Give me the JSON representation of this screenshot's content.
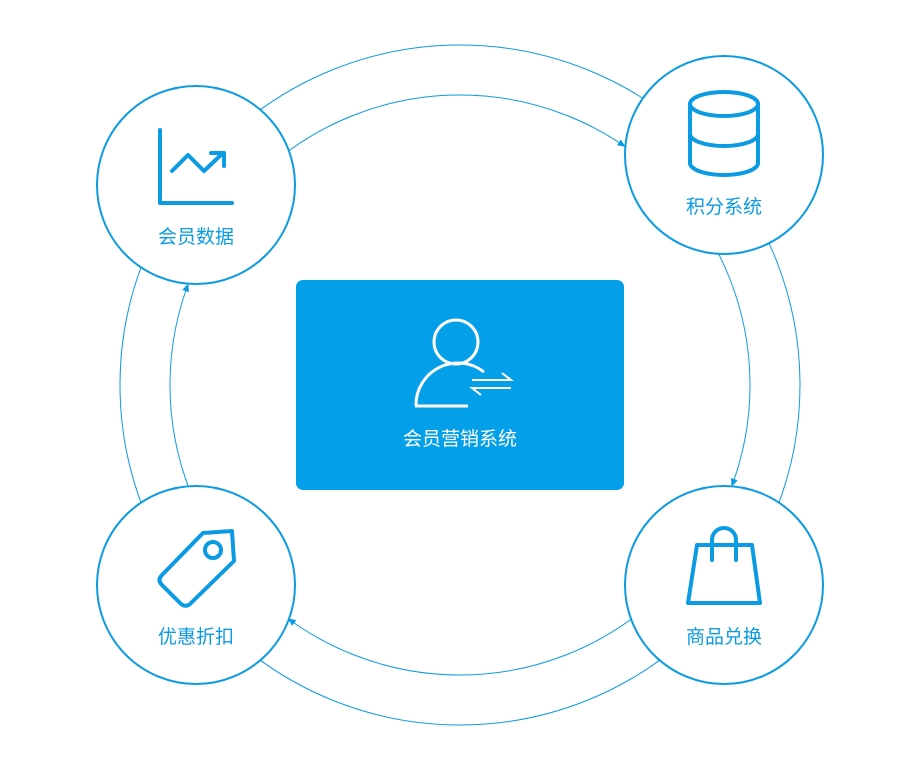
{
  "colors": {
    "accent": "#0b9be3",
    "center_bg": "#03a0e9"
  },
  "center": {
    "label": "会员营销系统",
    "icon": "user-exchange-icon"
  },
  "nodes": [
    {
      "label": "会员数据",
      "icon": "line-chart-icon"
    },
    {
      "label": "积分系统",
      "icon": "database-icon"
    },
    {
      "label": "商品兑换",
      "icon": "shopping-bag-icon"
    },
    {
      "label": "优惠折扣",
      "icon": "price-tag-icon"
    }
  ],
  "flow_direction": "clockwise"
}
